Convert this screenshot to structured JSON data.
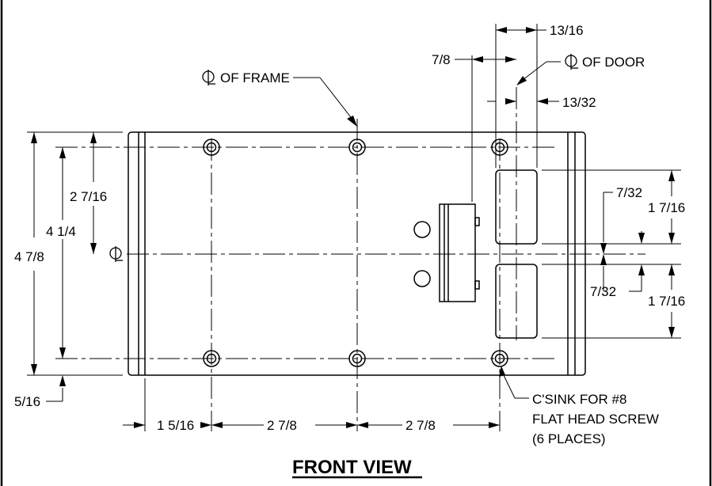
{
  "labels": {
    "cl_frame": "OF FRAME",
    "cl_door": "OF DOOR",
    "cl_symbol": "CL",
    "countersink_line1": "C'SINK FOR #8",
    "countersink_line2": "FLAT HEAD SCREW",
    "countersink_line3": "(6 PLACES)",
    "title": "FRONT VIEW"
  },
  "dimensions": {
    "door_offset": "13/16",
    "door_width_right": "7/8",
    "door_half": "13/32",
    "hole_spacing_vertical": "2 7/16",
    "hole_spacing_total": "4 1/4",
    "overall_height": "4 7/8",
    "bottom_edge": "5/16",
    "left_edge": "1 5/16",
    "hole_spacing_left": "2 7/8",
    "hole_spacing_right": "2 7/8",
    "gap_top": "7/32",
    "gap_bottom": "7/32",
    "pad_height_top": "1 7/16",
    "pad_height_bottom": "1 7/16"
  }
}
